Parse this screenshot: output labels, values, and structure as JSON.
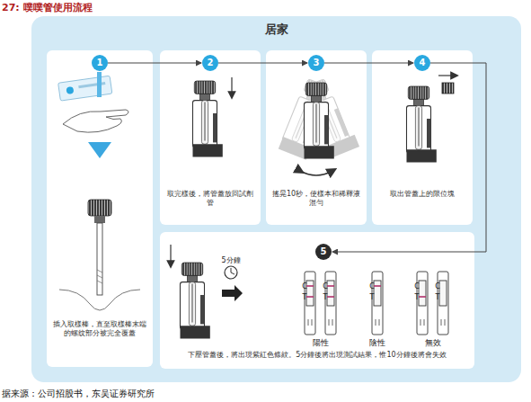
{
  "diagram": {
    "title": "27: 噗噗管使用流程",
    "caption": "据来源：公司招股书，东吴证券研究所",
    "nodes": [
      {
        "text": [
          "居家"
        ]
      },
      {
        "text": [
          "插入取樣棒，直至取樣棒末端的螺纹部分被完全覆蓋"
        ],
        "in": 0
      },
      {
        "text": [
          "1"
        ],
        "in": 1
      },
      {
        "text": [
          "取完樣後，將管蓋放回試劑管"
        ],
        "in": 0
      },
      {
        "text": [
          "2"
        ],
        "in": 3
      },
      {
        "text": [
          "搖晃10秒，使樣本和稀釋液混勻"
        ],
        "in": 0
      },
      {
        "text": [
          "3"
        ],
        "in": 5
      },
      {
        "text": [
          "取出管蓋上的限位塊"
        ],
        "in": 0
      },
      {
        "text": [
          "4"
        ],
        "in": 7
      },
      {
        "text": [
          "下壓管蓋後，將出現紫紅色條紋。5分鐘後將出現測試結果，惟10分鐘後將會失效"
        ],
        "in": 0
      },
      {
        "text": [
          "5"
        ],
        "in": 9
      }
    ],
    "edges": [
      {
        "from": 2,
        "to": 4,
        "arrow": "to"
      },
      {
        "from": 4,
        "to": 6,
        "arrow": "to"
      },
      {
        "from": 6,
        "to": 8,
        "arrow": "to"
      },
      {
        "from": 8,
        "to": 10,
        "arrow": "to"
      }
    ],
    "labels": [
      "5分鐘",
      "C",
      "T",
      "C",
      "T",
      "C",
      "T",
      "C",
      "T",
      "C",
      "T",
      "陽性",
      "陰性",
      "無效"
    ]
  }
}
